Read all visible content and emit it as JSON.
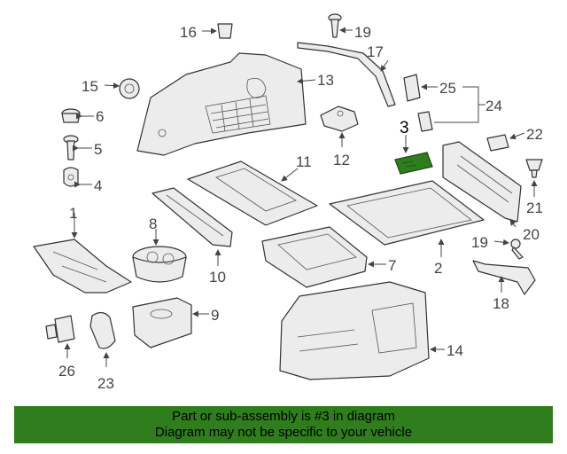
{
  "callouts": {
    "c1": "1",
    "c2": "2",
    "c3": "3",
    "c4": "4",
    "c5": "5",
    "c6": "6",
    "c7": "7",
    "c8": "8",
    "c9": "9",
    "c10": "10",
    "c11": "11",
    "c12": "12",
    "c13": "13",
    "c14": "14",
    "c15": "15",
    "c16": "16",
    "c17": "17",
    "c18": "18",
    "c19a": "19",
    "c19b": "19",
    "c20": "20",
    "c21": "21",
    "c22": "22",
    "c23": "23",
    "c24": "24",
    "c25": "25",
    "c26": "26"
  },
  "highlight": {
    "part_number": "3",
    "color": "#2f7d1c"
  },
  "footer": {
    "line1": "Part or sub-assembly is #3 in diagram",
    "line2": "Diagram may not be specific to your vehicle",
    "background": "#2f7d1c"
  }
}
